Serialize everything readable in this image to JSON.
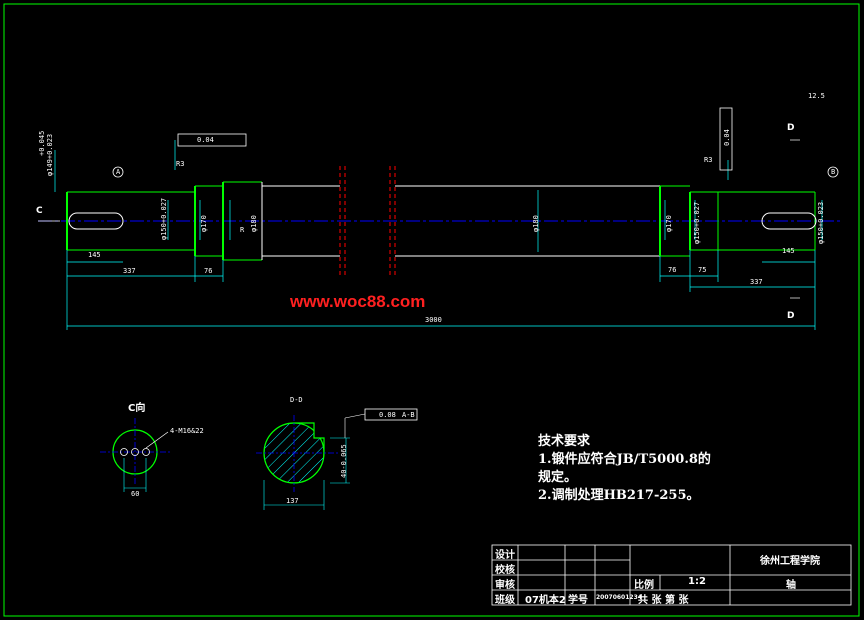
{
  "watermark": "www.woc88.com",
  "tech_requirements": {
    "title": "技术要求",
    "line1": "1.锻件应符合JB/T5000.8的",
    "line2": "规定。",
    "line3": "2.调制处理HB217-255。"
  },
  "views": {
    "c_view": "C向",
    "holes": "4-M16&22",
    "hole_dist": "60",
    "section": "D-D",
    "section_dim": "137",
    "key_depth": "40-0.065",
    "tolerance": "0.08",
    "ref": "A-B"
  },
  "title_block": {
    "design": "设计",
    "check": "校核",
    "review": "审核",
    "class_label": "班级",
    "class_value": "07机本2",
    "id_label": "学号",
    "id_value": "20070601234",
    "school": "徐州工程学院",
    "scale_label": "比例",
    "scale_value": "1:2",
    "sheets": "共  张  第  张",
    "part_name": "轴"
  },
  "labels": {
    "c_arrow": "C",
    "d_top": "D",
    "d_bottom": "D",
    "datum_a": "A",
    "datum_b": "B",
    "r3_left": "R3",
    "r3_right": "R3",
    "r_mid": "R",
    "roughness": "12.5"
  },
  "dimensions": {
    "total_length": "3000",
    "left_key": "145",
    "right_key": "145",
    "left_337": "337",
    "right_337": "337",
    "left_76": "76",
    "right_76": "76",
    "right_75": "75",
    "d_left_end": "φ149+0.023",
    "d_left_end_tol": "+0.045",
    "d_150_left": "φ150+0.027",
    "d_170_left": "φ170",
    "d_180_left": "φ180",
    "d_180_mid": "φ180",
    "d_170_right": "φ170",
    "d_150_right": "φ150+0.027",
    "d_150_end": "φ150+0.023",
    "runout_left": "0.04",
    "runout_right": "0.04"
  },
  "colors": {
    "shaft": "#00ff00",
    "center": "#0000ff",
    "break": "#ff0000",
    "frame": "#00ff00",
    "dim": "#ffffff",
    "dim_line": "#00ffff",
    "watermark": "#ff2020",
    "hatch": "#00ffff"
  }
}
